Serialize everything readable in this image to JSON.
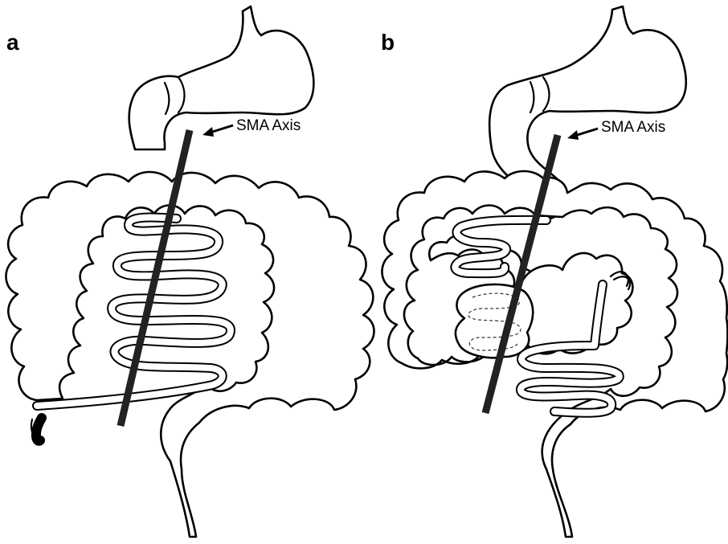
{
  "panels": [
    {
      "label": "a",
      "annotation": "SMA Axis"
    },
    {
      "label": "b",
      "annotation": "SMA Axis"
    }
  ]
}
